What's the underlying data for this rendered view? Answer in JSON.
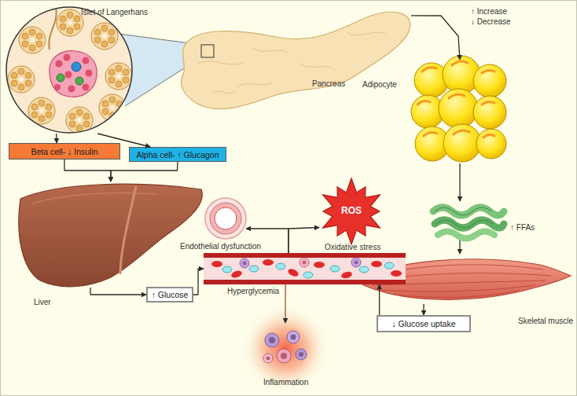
{
  "diagram": {
    "nodes": [
      {
        "text": [
          "Islet of Langerhans"
        ]
      },
      {
        "text": [
          "Pancreas"
        ]
      },
      {
        "text": [
          "Beta cell- ↓ Insulin"
        ]
      },
      {
        "text": [
          "Alpha cell- ↑ Glucagon"
        ]
      },
      {
        "text": [
          "Adipocyte"
        ]
      },
      {
        "text": [
          "Liver"
        ]
      },
      {
        "text": [
          "↑ Glucose"
        ]
      },
      {
        "text": [
          "↑ FFAs"
        ]
      },
      {
        "text": [
          "Endothelial dysfunction"
        ]
      },
      {
        "text": [
          "ROS",
          "Oxidative stress"
        ]
      },
      {
        "text": [
          "Hyperglycemia"
        ]
      },
      {
        "text": [
          "Skeletal muscle"
        ]
      },
      {
        "text": [
          "↓ Glucose uptake"
        ]
      },
      {
        "text": [
          "Inflammation"
        ]
      }
    ],
    "edges": [
      {
        "from": 0,
        "to": 2,
        "arrow": "to"
      },
      {
        "from": 0,
        "to": 3,
        "arrow": "to"
      },
      {
        "from": 2,
        "to": 5,
        "arrow": "to"
      },
      {
        "from": 3,
        "to": 5,
        "arrow": "to"
      },
      {
        "from": 1,
        "to": 4,
        "arrow": "to"
      },
      {
        "from": 4,
        "to": 7,
        "arrow": "to"
      },
      {
        "from": 7,
        "to": 11,
        "arrow": "to"
      },
      {
        "from": 5,
        "to": 6,
        "arrow": "to"
      },
      {
        "from": 6,
        "to": 10,
        "arrow": "to"
      },
      {
        "from": 10,
        "to": 8,
        "arrow": "to"
      },
      {
        "from": 10,
        "to": 9,
        "arrow": "to"
      },
      {
        "from": 10,
        "to": 13,
        "arrow": "to"
      },
      {
        "from": 11,
        "to": 12,
        "arrow": "to"
      },
      {
        "from": 12,
        "to": 10,
        "arrow": "to"
      }
    ],
    "labels": [
      "↑ Increase",
      "↓ Decrease"
    ]
  }
}
